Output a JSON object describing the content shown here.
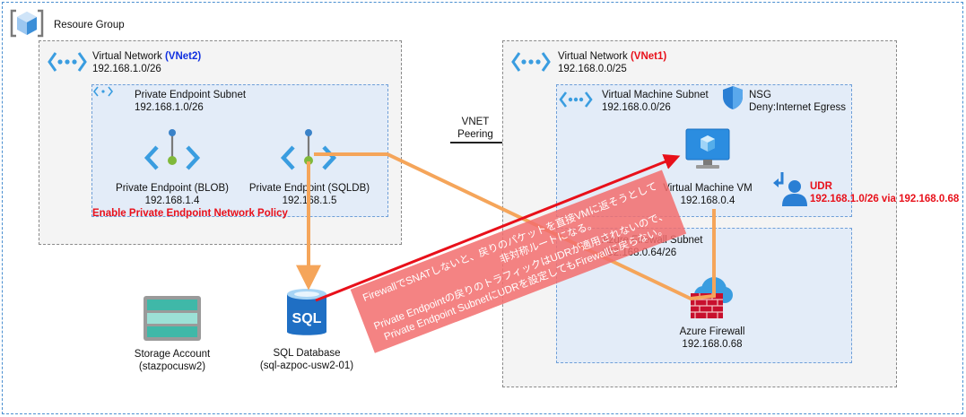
{
  "resource_group": {
    "label": "Resoure Group"
  },
  "vnet2": {
    "label": "Virtual Network",
    "tag": "(VNet2)",
    "cidr": "192.168.1.0/26",
    "subnet": {
      "label": "Private Endpoint Subnet",
      "cidr": "192.168.1.0/26",
      "policy_note": "Enable Private Endpoint Network Policy",
      "endpoints": [
        {
          "label": "Private Endpoint (BLOB)",
          "ip": "192.168.1.4"
        },
        {
          "label": "Private Endpoint (SQLDB)",
          "ip": "192.168.1.5"
        }
      ]
    }
  },
  "peering": {
    "line1": "VNET",
    "line2": "Peering"
  },
  "vnet1": {
    "label": "Virtual Network",
    "tag": "(VNet1)",
    "cidr": "192.168.0.0/25",
    "vm_subnet": {
      "label": "Virtual Machine Subnet",
      "cidr": "192.168.0.0/26"
    },
    "nsg": {
      "label": "NSG",
      "rule": "Deny:Internet Egress"
    },
    "vm": {
      "label": "Virtual Machine VM",
      "ip": "192.168.0.4"
    },
    "udr": {
      "label": "UDR",
      "route": "192.168.1.0/26 via 192.168.0.68"
    },
    "fw_subnet": {
      "label": "Azure Firewall Subnet",
      "cidr": "192.168.0.64/26"
    },
    "firewall": {
      "label": "Azure Firewall",
      "ip": "192.168.0.68"
    }
  },
  "storage": {
    "label": "Storage Account",
    "name": "(stazpocusw2)"
  },
  "sql": {
    "icon_text": "SQL",
    "label": "SQL Database",
    "name": "(sql-azpoc-usw2-01)"
  },
  "callout": {
    "line1": "FirewallでSNATしないと、戻りのパケットを直接VMに返そうとして",
    "line2": "非対称ルートになる。",
    "line3": "Private Endpointの戻りのトラフィックはUDRが適用されないので、",
    "line4": "Private Endpoint SubnetにUDRを設定してもFirewallに戻らない。"
  },
  "colors": {
    "accent_red": "#e8101a",
    "vnet_tag_blue": "#1030e0",
    "flow_orange": "#f5a55a",
    "callout_fill": "#f26d6d"
  }
}
